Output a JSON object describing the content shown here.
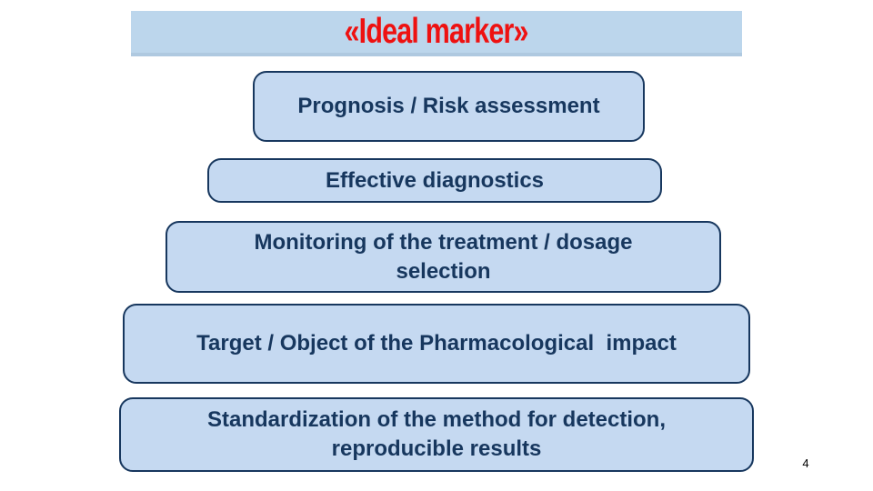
{
  "slide": {
    "title": "«Ideal marker»",
    "page_number": "4",
    "boxes": [
      {
        "label": "Prognosis / Risk assessment"
      },
      {
        "label": "Effective diagnostics"
      },
      {
        "label": "Monitoring of the treatment / dosage\nselection"
      },
      {
        "label": "Target / Object of the Pharmacological  impact"
      },
      {
        "label": "Standardization of the method for detection,\nreproducible results"
      }
    ],
    "colors": {
      "title_bar_bg": "#BCD6EC",
      "title_bar_edge": "#AFC9E0",
      "title_text": "#EE1111",
      "box_fill": "#C5D9F1",
      "box_border": "#17375E",
      "box_text": "#17375E",
      "page_number_text": "#000000"
    }
  }
}
